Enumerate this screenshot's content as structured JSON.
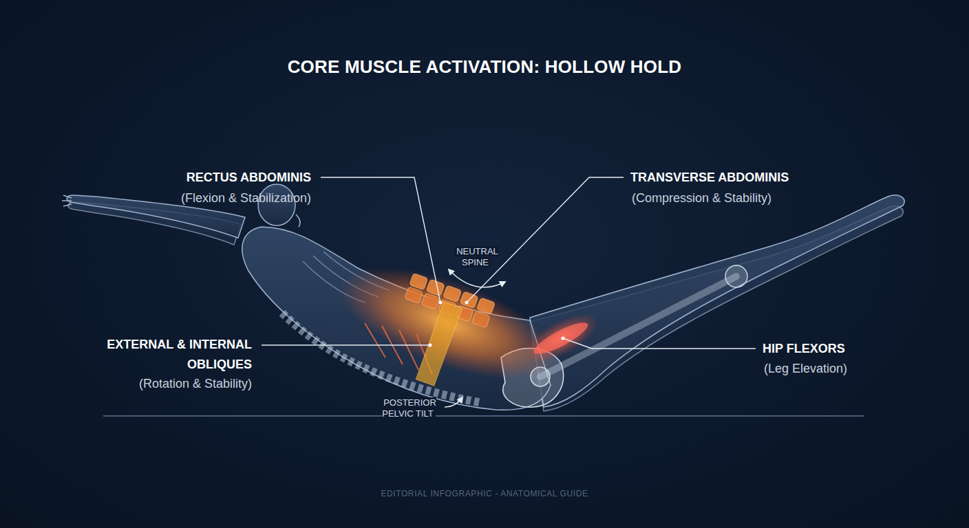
{
  "diagram": {
    "title": "CORE MUSCLE ACTIVATION: HOLLOW HOLD",
    "labels": [
      "RECTUS ABDOMINIS",
      "(Flexion & Stabilization)",
      "TRANSVERSE ABDOMINIS",
      "(Compression & Stability)",
      "EXTERNAL & INTERNAL OBLIQUES",
      "(Rotation & Stability)",
      "HIP FLEXORS",
      "(Leg Elevation)",
      "NEUTRAL SPINE",
      "POSTERIOR PELVIC TILT",
      "EDITORIAL INFOGRAPHIC - ANATOMICAL GUIDE"
    ]
  }
}
